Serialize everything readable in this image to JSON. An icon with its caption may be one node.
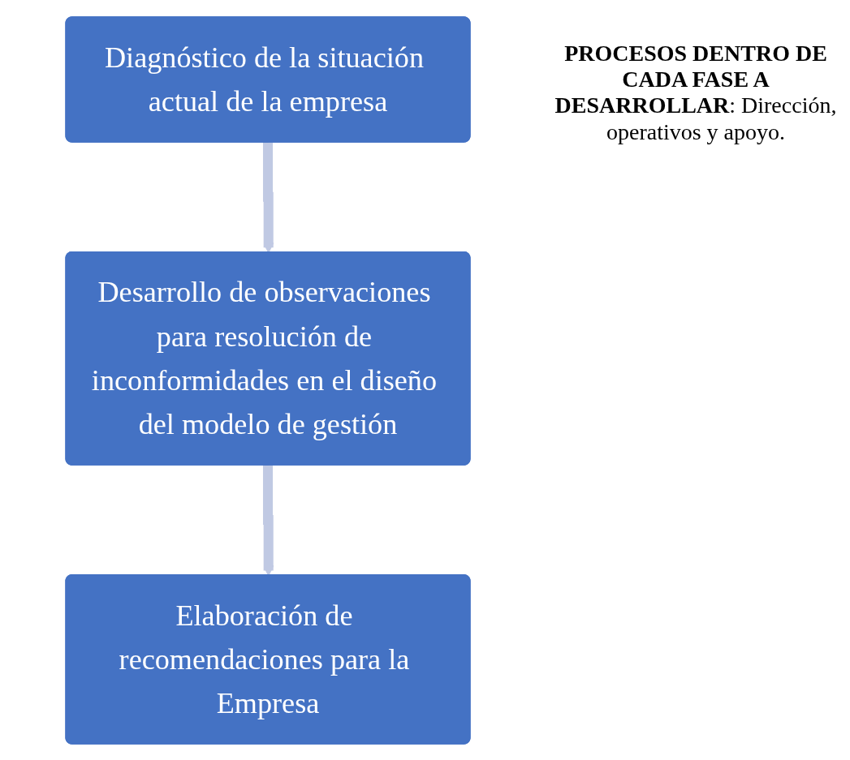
{
  "diagram": {
    "nodes": [
      {
        "text": [
          "Diagnóstico de la situación actual de la empresa"
        ]
      },
      {
        "text": [
          "Desarrollo de observaciones para resolución de inconformidades en el diseño del modelo de gestión"
        ]
      },
      {
        "text": [
          "Elaboración de recomendaciones para la Empresa"
        ]
      }
    ],
    "edges": [
      {
        "from": 0,
        "to": 1,
        "arrow": "to"
      },
      {
        "from": 1,
        "to": 2,
        "arrow": "to"
      }
    ],
    "labels": [
      "**PROCESOS DENTRO DE CADA FASE A DESARROLLAR**: Dirección, operativos y apoyo."
    ]
  }
}
